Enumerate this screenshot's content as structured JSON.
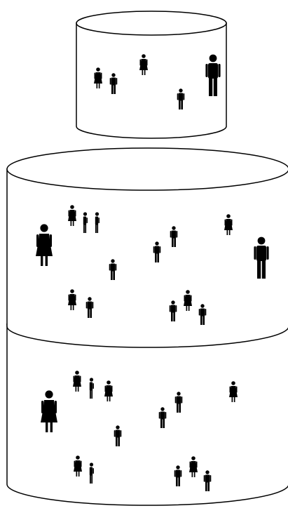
{
  "diagram": {
    "kind": "stacked-cylinders",
    "stroke_color": "#000000",
    "fill_color": "#ffffff",
    "figure_color": "#000000",
    "cylinders": [
      {
        "name": "top-cylinder",
        "figures": [
          {
            "type": "female",
            "size": "small"
          },
          {
            "type": "male",
            "size": "small"
          },
          {
            "type": "female",
            "size": "small"
          },
          {
            "type": "male",
            "size": "large"
          },
          {
            "type": "male",
            "size": "small"
          }
        ]
      },
      {
        "name": "middle-cylinder",
        "figures": [
          {
            "type": "female",
            "size": "large"
          },
          {
            "type": "female",
            "size": "small"
          },
          {
            "type": "male-side",
            "size": "small"
          },
          {
            "type": "male-side",
            "size": "small"
          },
          {
            "type": "male",
            "size": "small"
          },
          {
            "type": "male",
            "size": "small"
          },
          {
            "type": "female",
            "size": "small"
          },
          {
            "type": "male",
            "size": "large"
          },
          {
            "type": "male",
            "size": "small"
          },
          {
            "type": "female",
            "size": "small"
          },
          {
            "type": "male",
            "size": "small"
          },
          {
            "type": "female",
            "size": "small"
          },
          {
            "type": "male",
            "size": "small"
          },
          {
            "type": "male",
            "size": "small"
          }
        ]
      },
      {
        "name": "bottom-cylinder",
        "figures": [
          {
            "type": "female",
            "size": "large"
          },
          {
            "type": "female",
            "size": "small"
          },
          {
            "type": "male-side",
            "size": "small"
          },
          {
            "type": "female",
            "size": "small"
          },
          {
            "type": "male",
            "size": "small"
          },
          {
            "type": "male",
            "size": "small"
          },
          {
            "type": "female",
            "size": "small"
          },
          {
            "type": "male",
            "size": "small"
          },
          {
            "type": "female",
            "size": "small"
          },
          {
            "type": "male-side",
            "size": "small"
          },
          {
            "type": "female",
            "size": "small"
          },
          {
            "type": "male",
            "size": "small"
          },
          {
            "type": "male",
            "size": "small"
          }
        ]
      }
    ]
  }
}
